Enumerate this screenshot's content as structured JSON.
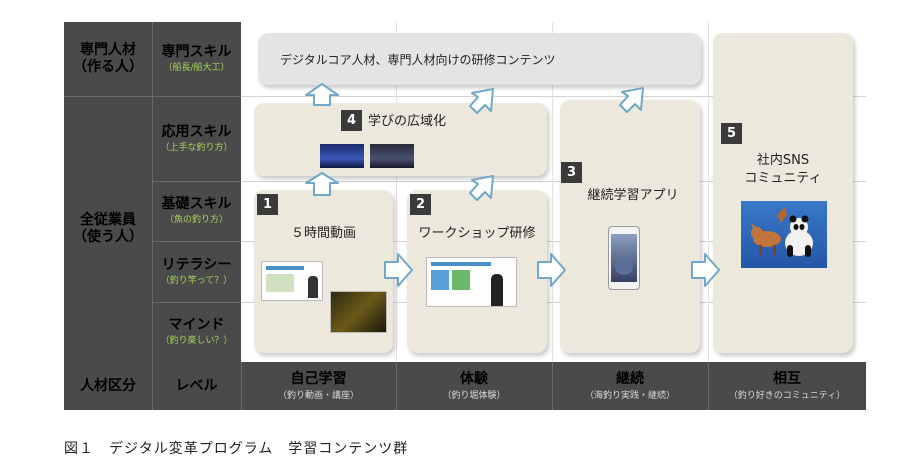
{
  "rows": {
    "specialist": {
      "category": "専門人材",
      "category_sub": "（作る人）",
      "level": "専門スキル",
      "level_sub": "（船長/船大工）"
    },
    "applied": {
      "level": "応用スキル",
      "level_sub": "（上手な釣り方）"
    },
    "basic": {
      "level": "基礎スキル",
      "level_sub": "（魚の釣り方）"
    },
    "literacy": {
      "level": "リテラシー",
      "level_sub": "（釣り竿って？）"
    },
    "mind": {
      "level": "マインド",
      "level_sub": "（釣り楽しい？）"
    },
    "all_staff": {
      "category": "全従業員",
      "category_sub": "（使う人）"
    }
  },
  "footer": {
    "col1": "人材区分",
    "col2": "レベル",
    "stages": [
      {
        "label": "自己学習",
        "sub": "（釣り動画・講座）"
      },
      {
        "label": "体験",
        "sub": "（釣り堀体験）"
      },
      {
        "label": "継続",
        "sub": "（海釣り実践・継続）"
      },
      {
        "label": "相互",
        "sub": "（釣り好きのコミュニティ）"
      }
    ]
  },
  "panels": {
    "top": "デジタルコア人材、専門人材向けの研修コンテンツ",
    "p1": {
      "num": "1",
      "title": "５時間動画"
    },
    "p2": {
      "num": "2",
      "title": "ワークショップ研修"
    },
    "p3": {
      "num": "3",
      "title": "継続学習アプリ"
    },
    "p4": {
      "num": "4",
      "title": "学びの広域化"
    },
    "p5": {
      "num": "5",
      "title_line1": "社内SNS",
      "title_line2": "コミュニティ"
    }
  },
  "caption": "図１　デジタル変革プログラム　学習コンテンツ群",
  "colors": {
    "dark": "#4a4a4a",
    "accent_green": "#a6d45a",
    "panel": "#ece8dc",
    "arrow": "#6fa8c8"
  }
}
